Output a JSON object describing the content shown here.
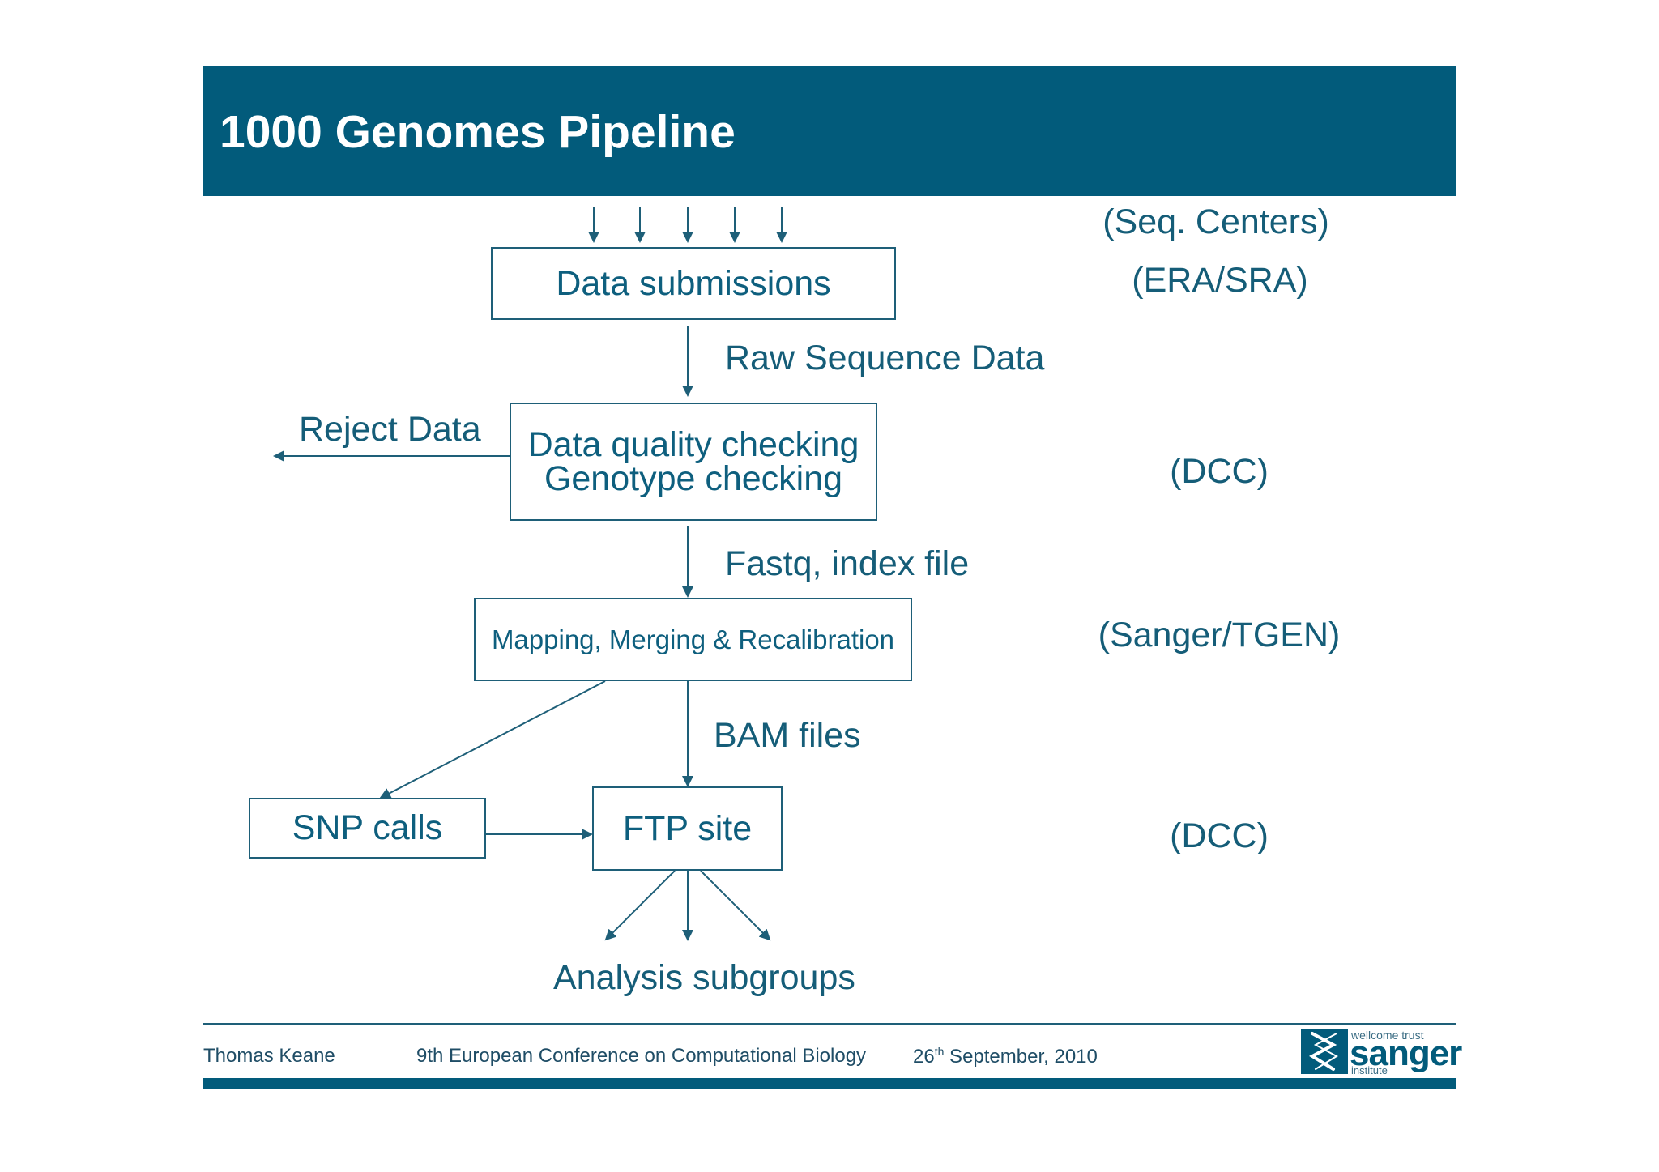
{
  "header": {
    "title": "1000 Genomes Pipeline"
  },
  "boxes": {
    "data_submissions": "Data submissions",
    "quality_line1": "Data quality checking",
    "quality_line2": "Genotype checking",
    "mapping": "Mapping, Merging & Recalibration",
    "snp_calls": "SNP calls",
    "ftp_site": "FTP site"
  },
  "labels": {
    "raw_sequence_data": "Raw Sequence Data",
    "reject_data": "Reject Data",
    "fastq_index": "Fastq, index file",
    "bam_files": "BAM files",
    "analysis_subgroups": "Analysis subgroups"
  },
  "stage_owners": {
    "seq_centers": "(Seq. Centers)",
    "era_sra": "(ERA/SRA)",
    "dcc_1": "(DCC)",
    "sanger_tgen": "(Sanger/TGEN)",
    "dcc_2": "(DCC)"
  },
  "footer": {
    "author": "Thomas Keane",
    "conference": "9th European Conference on Computational Biology",
    "date_day": "26",
    "date_suffix": "th",
    "date_rest": " September, 2010"
  },
  "logo": {
    "top": "wellcome trust",
    "main": "sanger",
    "bottom": "institute"
  },
  "colors": {
    "header_bg": "#025b7b",
    "text": "#155d78",
    "lines": "#1e5f78"
  }
}
